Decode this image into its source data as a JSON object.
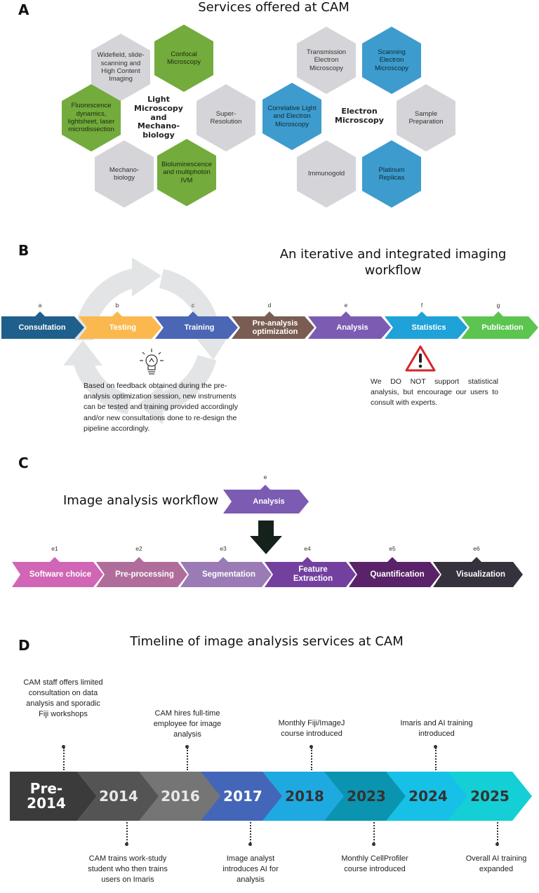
{
  "panel_a": {
    "letter": "A",
    "title": "Services offered at CAM",
    "light_center": "Light Microscopy and Mechano-biology",
    "electron_center": "Electron Microscopy",
    "light_hexes": [
      "Widefield, slide-scanning and High Content Imaging",
      "Confocal Microscopy",
      "Fluorescence dynamics, lightsheet, laser microdissection",
      "Super-Resolution",
      "Mechano-biology",
      "Bioluminescence and multiphoton IVM"
    ],
    "electron_hexes": [
      "Transmission Electron Microscopy",
      "Scanning Electron Microscopy",
      "Correlative Light and Electron Microscopy",
      "Sample Preparation",
      "Immunogold",
      "Platinum Replicas"
    ],
    "colors": {
      "grey": "#d5d5d9",
      "green": "#73ab3c",
      "blue": "#3d9ccd"
    }
  },
  "panel_b": {
    "letter": "B",
    "title_line1": "An iterative and integrated imaging",
    "title_line2": "workflow",
    "steps": [
      {
        "letter": "a",
        "label": "Consultation",
        "color": "#1f5f8b"
      },
      {
        "letter": "b",
        "label": "Testing",
        "color": "#fbb84e"
      },
      {
        "letter": "c",
        "label": "Training",
        "color": "#4a66b4"
      },
      {
        "letter": "d",
        "label": "Pre-analysis optimization",
        "color": "#7b5c52"
      },
      {
        "letter": "e",
        "label": "Analysis",
        "color": "#7c5cb3"
      },
      {
        "letter": "f",
        "label": "Statistics",
        "color": "#1ea2d8"
      },
      {
        "letter": "g",
        "label": "Publication",
        "color": "#5cc550"
      }
    ],
    "feedback_note": "Based on feedback obtained during the pre-analysis optimization session, new instruments can be tested and training provided accordingly and/or new consultations done to re-design the pipeline accordingly.",
    "stats_note": "We DO NOT support statistical analysis, but encourage our users to consult with experts.",
    "icons": {
      "bulb": "lightbulb-icon",
      "warning": "warning-icon"
    }
  },
  "panel_c": {
    "letter": "C",
    "title": "Image analysis workflow",
    "top_step": {
      "letter": "e",
      "label": "Analysis",
      "color": "#7c5cb3"
    },
    "steps": [
      {
        "letter": "e1",
        "label": "Software choice",
        "color": "#d066b5"
      },
      {
        "letter": "e2",
        "label": "Pre-processing",
        "color": "#b06d9c"
      },
      {
        "letter": "e3",
        "label": "Segmentation",
        "color": "#9a7bb6"
      },
      {
        "letter": "e4",
        "label": "Feature Extraction",
        "color": "#7340a0"
      },
      {
        "letter": "e5",
        "label": "Quantification",
        "color": "#5a2268"
      },
      {
        "letter": "e6",
        "label": "Visualization",
        "color": "#35313d"
      }
    ]
  },
  "panel_d": {
    "letter": "D",
    "title": "Timeline of image analysis services at CAM",
    "years": [
      {
        "label": "Pre-2014",
        "color": "#3b3b3b",
        "text_color": "#ffffff"
      },
      {
        "label": "2014",
        "color": "#545454",
        "text_color": "#e8e8e8"
      },
      {
        "label": "2016",
        "color": "#757575",
        "text_color": "#e8e8e8"
      },
      {
        "label": "2017",
        "color": "#4466b9",
        "text_color": "#ffffff"
      },
      {
        "label": "2018",
        "color": "#1fa9e1",
        "text_color": "#333333"
      },
      {
        "label": "2023",
        "color": "#0b94b0",
        "text_color": "#333333"
      },
      {
        "label": "2024",
        "color": "#17c0e6",
        "text_color": "#333333"
      },
      {
        "label": "2025",
        "color": "#14cfd6",
        "text_color": "#333333"
      }
    ],
    "events_above": [
      "CAM staff offers limited consultation on data analysis and sporadic Fiji workshops",
      "CAM hires full-time employee for image analysis",
      "Monthly Fiji/ImageJ course introduced",
      "Imaris and AI training introduced"
    ],
    "events_below": [
      "CAM trains work-study student who then trains users on Imaris",
      "Image analyst introduces AI for analysis",
      "Monthly CellProfiler course introduced",
      "Overall AI training expanded"
    ]
  }
}
